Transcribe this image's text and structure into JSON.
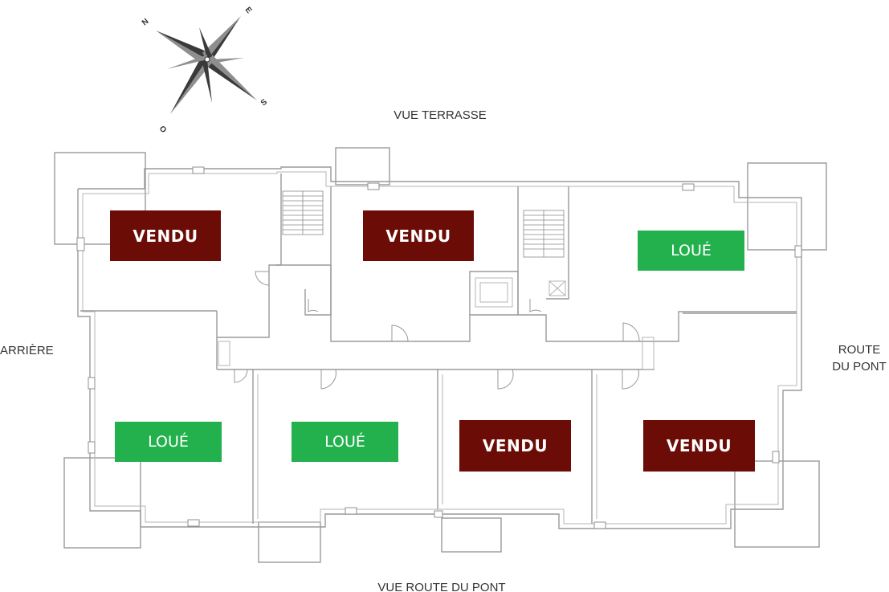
{
  "labels": {
    "top": "VUE TERRASSE",
    "bottom": "VUE ROUTE DU PONT",
    "left": "ARRIÈRE",
    "right_line1": "ROUTE",
    "right_line2": "DU PONT"
  },
  "compass": {
    "n": "N",
    "e": "E",
    "s": "S",
    "o": "O"
  },
  "colors": {
    "sold": "#6b0c06",
    "rented": "#22b14c"
  },
  "units": [
    {
      "name": "top-left",
      "status": "sold",
      "label": "VENDU"
    },
    {
      "name": "top-middle",
      "status": "sold",
      "label": "VENDU"
    },
    {
      "name": "top-right",
      "status": "rented",
      "label": "LOUÉ"
    },
    {
      "name": "bottom-1",
      "status": "rented",
      "label": "LOUÉ"
    },
    {
      "name": "bottom-2",
      "status": "rented",
      "label": "LOUÉ"
    },
    {
      "name": "bottom-3",
      "status": "sold",
      "label": "VENDU"
    },
    {
      "name": "bottom-4",
      "status": "sold",
      "label": "VENDU"
    }
  ]
}
